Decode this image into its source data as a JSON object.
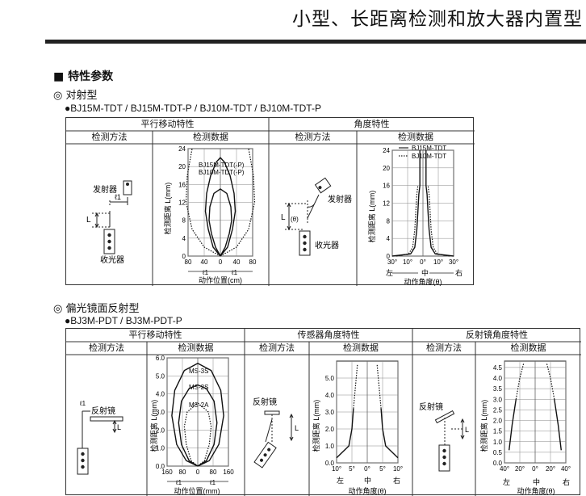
{
  "header": {
    "title": "小型、长距离检测和放大器内置型"
  },
  "section": {
    "marker": "■",
    "title": "特性参数"
  },
  "through_beam": {
    "marker": "◎",
    "title": "对射型",
    "models": "●BJ15M-TDT / BJ15M-TDT-P / BJ10M-TDT / BJ10M-TDT-P",
    "group_parallel": "平行移动特性",
    "group_angle": "角度特性",
    "col_method": "检测方法",
    "col_data": "检测数据",
    "emitter": "发射器",
    "receiver": "收光器",
    "L": "L",
    "l1": "ℓ1",
    "theta": "(θ)",
    "curve_label_1": "BJ15M-TDT(-P)",
    "curve_label_2": "BJ10M-TDT(-P)",
    "legend_solid": "BJ15M-TDT",
    "legend_dotted": "BJ10M-TDT",
    "ylabel": "检测距离 L(mm)",
    "xlabel_parallel": "动作位置(cm)",
    "xlabel_angle": "动作角度(θ)",
    "dir_left": "左",
    "dir_center": "中",
    "dir_right": "右",
    "ell": "ℓ1"
  },
  "polarized": {
    "marker": "◎",
    "title": "偏光镜面反射型",
    "models": "●BJ3M-PDT / BJ3M-PDT-P",
    "group_parallel": "平行移动特性",
    "group_sensor": "传感器角度特性",
    "group_reflector": "反射镜角度特性",
    "col_method": "检测方法",
    "col_data": "检测数据",
    "reflector": "反射镜",
    "L": "L",
    "l1": "ℓ1",
    "ms3s": "MS-3S",
    "ms2s": "MS-2S",
    "ms2a": "MS-2A",
    "ylabel": "检测距离 L(mm)",
    "xlabel_parallel": "动作位置(mm)",
    "xlabel_angle": "动作角度(θ)",
    "dir_left": "左",
    "dir_center": "中",
    "dir_right": "右",
    "ell": "ℓ1"
  },
  "chart_data": [
    {
      "type": "line",
      "id": "tb-parallel",
      "xlabel": "动作位置(cm)",
      "ylabel": "检测距离 L(mm)",
      "xlim": [
        -80,
        80
      ],
      "ylim": [
        0,
        24
      ],
      "xticks": [
        80,
        40,
        0,
        40,
        80
      ],
      "yticks": [
        0,
        4,
        8,
        12,
        16,
        20,
        24
      ],
      "series": [
        {
          "name": "BJ15M-TDT(-P)",
          "style": "solid",
          "x": [
            0,
            -18,
            -30,
            -37,
            -34,
            -24,
            -10,
            0,
            10,
            24,
            34,
            37,
            30,
            18,
            0
          ],
          "y": [
            0,
            2,
            6,
            10,
            14,
            18,
            21,
            22,
            21,
            18,
            14,
            10,
            6,
            2,
            0
          ]
        },
        {
          "name": "BJ10M-TDT(-P)",
          "style": "solid",
          "x": [
            0,
            -12,
            -22,
            -28,
            -26,
            -16,
            0,
            16,
            26,
            28,
            22,
            12,
            0
          ],
          "y": [
            0,
            2,
            5,
            8,
            11,
            14,
            15,
            14,
            11,
            8,
            5,
            2,
            0
          ]
        },
        {
          "style": "dotted",
          "x": [
            0,
            -40,
            -70,
            -85,
            -82,
            -70
          ],
          "y": [
            0,
            2,
            6,
            12,
            18,
            24
          ]
        },
        {
          "style": "dotted",
          "x": [
            0,
            40,
            70,
            85,
            82,
            70
          ],
          "y": [
            0,
            2,
            6,
            12,
            18,
            24
          ]
        }
      ]
    },
    {
      "type": "line",
      "id": "tb-angle",
      "xlabel": "动作角度(θ)",
      "ylabel": "检测距离 L(mm)",
      "xlim": [
        -30,
        30
      ],
      "ylim": [
        0,
        24
      ],
      "xticks": [
        30,
        10,
        0,
        10,
        30
      ],
      "yticks": [
        0,
        4,
        8,
        12,
        16,
        20,
        24
      ],
      "series": [
        {
          "name": "BJ15M-TDT",
          "style": "solid",
          "x": [
            -30,
            -12,
            -8,
            -6,
            -5,
            -4,
            -3,
            -3
          ],
          "y": [
            0,
            0.5,
            2,
            6,
            10,
            14,
            16,
            24
          ]
        },
        {
          "style": "solid",
          "x": [
            30,
            12,
            8,
            6,
            5,
            4,
            3,
            3
          ],
          "y": [
            0,
            0.5,
            2,
            6,
            10,
            14,
            16,
            24
          ]
        },
        {
          "name": "BJ10M-TDT",
          "style": "dotted",
          "x": [
            -26,
            -14,
            -10,
            -8,
            -7,
            -6,
            -5
          ],
          "y": [
            0,
            0.5,
            2,
            6,
            10,
            14,
            16
          ]
        },
        {
          "style": "dotted",
          "x": [
            26,
            14,
            10,
            8,
            7,
            6,
            5
          ],
          "y": [
            0,
            0.5,
            2,
            6,
            10,
            14,
            16
          ]
        }
      ]
    },
    {
      "type": "line",
      "id": "pol-parallel",
      "xlabel": "动作位置(mm)",
      "ylabel": "检测距离 L(mm)",
      "xlim": [
        -160,
        160
      ],
      "ylim": [
        0,
        6.0
      ],
      "xticks": [
        160,
        80,
        0,
        80,
        160
      ],
      "yticks": [
        0,
        1.0,
        2.0,
        3.0,
        4.0,
        5.0,
        6.0
      ],
      "series": [
        {
          "name": "MS-3S",
          "style": "solid",
          "x": [
            0,
            -60,
            -110,
            -135,
            -120,
            -70,
            0,
            70,
            120,
            135,
            110,
            60,
            0
          ],
          "y": [
            0,
            0.3,
            1.2,
            2.8,
            4.2,
            5.3,
            5.7,
            5.3,
            4.2,
            2.8,
            1.2,
            0.3,
            0
          ]
        },
        {
          "name": "MS-2S",
          "style": "solid",
          "x": [
            0,
            -45,
            -85,
            -100,
            -85,
            -45,
            0,
            45,
            85,
            100,
            85,
            45,
            0
          ],
          "y": [
            0,
            0.3,
            1.2,
            2.4,
            3.6,
            4.3,
            4.5,
            4.3,
            3.6,
            2.4,
            1.2,
            0.3,
            0
          ]
        },
        {
          "name": "MS-2A",
          "style": "dotted",
          "x": [
            0,
            -35,
            -60,
            -70,
            -55,
            0,
            55,
            70,
            60,
            35,
            0
          ],
          "y": [
            0,
            0.3,
            1.2,
            2.2,
            3.0,
            3.5,
            3.0,
            2.2,
            1.2,
            0.3,
            0
          ]
        }
      ]
    },
    {
      "type": "line",
      "id": "pol-sensor-angle",
      "xlabel": "动作角度(θ)",
      "ylabel": "检测距离 L(mm)",
      "xlim": [
        -10,
        10
      ],
      "ylim": [
        0,
        6.0
      ],
      "xticks": [
        10,
        5,
        0,
        5,
        10
      ],
      "yticks": [
        0,
        1.0,
        2.0,
        3.0,
        4.0,
        5.0
      ],
      "series": [
        {
          "style": "solid",
          "x": [
            -10,
            -6,
            -5,
            -4.5
          ],
          "y": [
            0.3,
            1.0,
            2.0,
            3.2
          ]
        },
        {
          "style": "dotted",
          "x": [
            -4.5,
            -4,
            -3.5,
            -3.2
          ],
          "y": [
            3.2,
            4.2,
            5.2,
            5.8
          ]
        },
        {
          "style": "solid",
          "x": [
            10,
            6,
            5,
            4.5
          ],
          "y": [
            0.3,
            1.0,
            2.0,
            3.2
          ]
        },
        {
          "style": "dotted",
          "x": [
            4.5,
            4,
            3.5,
            3.2
          ],
          "y": [
            3.2,
            4.2,
            5.2,
            5.8
          ]
        }
      ]
    },
    {
      "type": "line",
      "id": "pol-reflector-angle",
      "xlabel": "动作角度(θ)",
      "ylabel": "检测距离 L(mm)",
      "xlim": [
        -40,
        40
      ],
      "ylim": [
        0,
        4.8
      ],
      "xticks": [
        40,
        20,
        0,
        20,
        40
      ],
      "yticks": [
        0,
        0.5,
        1.0,
        1.5,
        2.0,
        2.5,
        3.0,
        3.5,
        4.0,
        4.5
      ],
      "series": [
        {
          "style": "solid",
          "x": [
            -34,
            -30,
            -25
          ],
          "y": [
            0.6,
            1.8,
            3.0
          ]
        },
        {
          "style": "dotted",
          "x": [
            -25,
            -20,
            -15
          ],
          "y": [
            3.0,
            4.0,
            4.7
          ]
        },
        {
          "style": "solid",
          "x": [
            34,
            30,
            25
          ],
          "y": [
            0.6,
            1.8,
            3.0
          ]
        },
        {
          "style": "dotted",
          "x": [
            25,
            20,
            15
          ],
          "y": [
            3.0,
            4.0,
            4.7
          ]
        }
      ]
    }
  ]
}
